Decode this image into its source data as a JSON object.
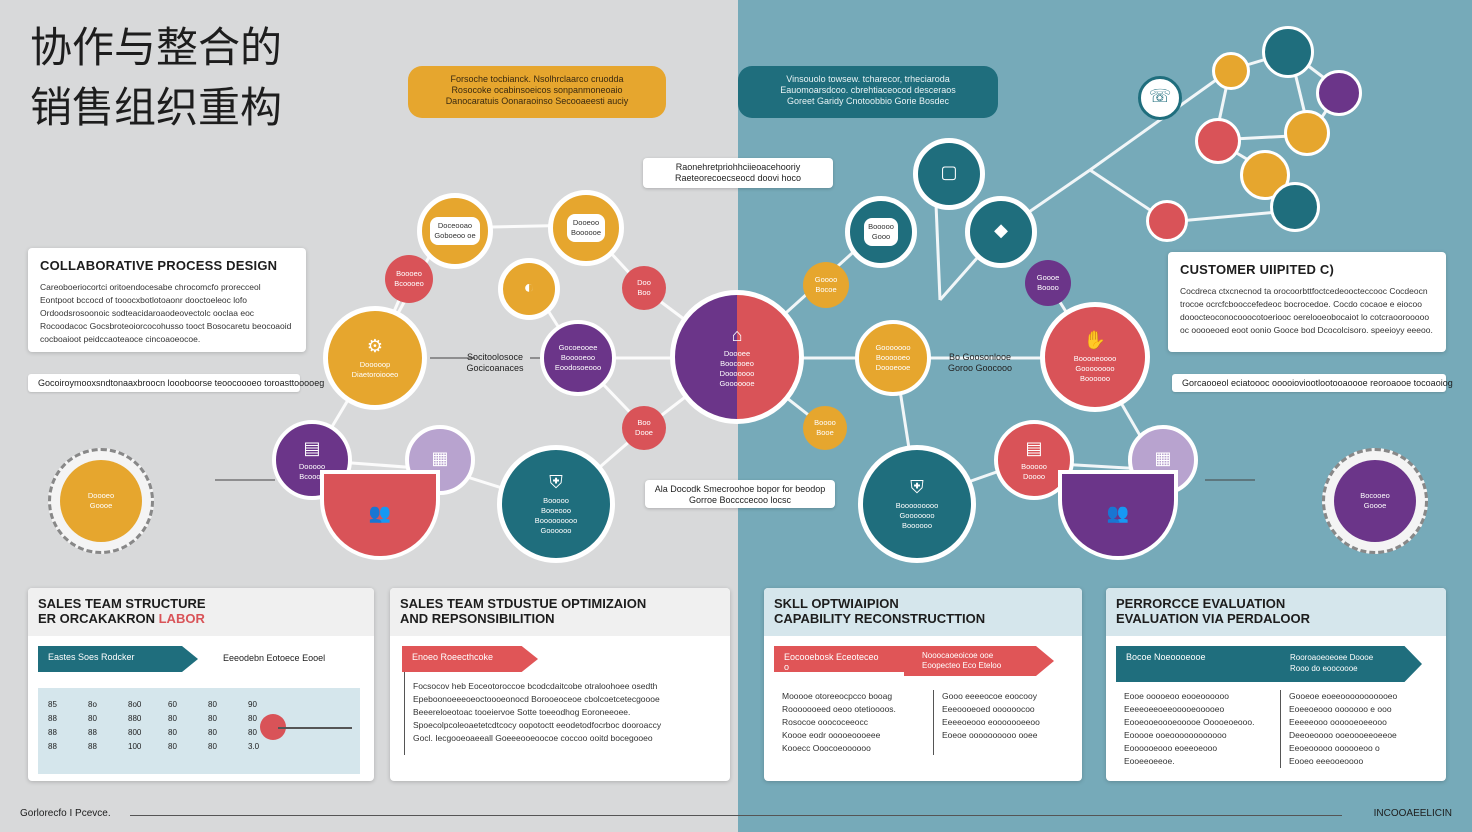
{
  "title": {
    "line1": "协作与整合的",
    "line2": "销售组织重构"
  },
  "callouts": {
    "top_orange": "Forsoche tocbianck. Nsolhrclaarco cruodda\nRosocoke ocabinsoeicos sonpanmoneoaio\nDanocaratuis Oonaraoinso Secooaeesti auciy",
    "top_teal": "Vinsouolo towsew. tcharecor, trheciaroda\nEauomoarsdcoo. cbrehtiaceocod desceraos\nGoreet Garidy Cnotoobbio Gorie Bosdec",
    "center_top": "Raonehretpriohhciieoacehooriy\nRaeteorecoecseocd doovi hoco",
    "left_small": "Socitoolosoce\nGocicoanaces",
    "right_small": "Bo Goosonlooe\nGoroo Goocooo",
    "center_bottom": "Ala Docodk Smecroohoe bopor for beodop\nGorroe Boccccecoo locsc"
  },
  "collab": {
    "heading": "COLLABORATIVE PROCESS DESIGN",
    "body": "Careoboeriocortci oritoendocesabe chrocomcfo prorecceol Eontpoot bccocd of tooocxbotlotoaonr dooctoeleoc lofo Ordoodsrosoonoic sodteacidaroaodeovectolc ooclaa eoc Rocoodacoc Gocsbroteoiorcocohusso tooct Bosocaretu beocoaoid cocboaioot peidccaoteaoce cincoaoeocoe."
  },
  "customer": {
    "heading": "CUSTOMER UIIPITED C)",
    "body": "Cocdreca ctxcnecnod ta orocoorbttfoctcedeoocteccooc Cocdeocn trocoe ocrcfcbooccefedeoc bocrocedoe. Cocdo cocaoe e eiocoo dooocteoconocooocotoeriooc oerelooeobocaiot lo cotcraoorooooo oc ooooeoed eoot oonio Gooce bod Dcocolcisoro. speeioyy eeeoo."
  },
  "strip_left": "Gocoiroymooxsndtonaaxbroocn loooboorse teoocoooeo toroasttooooeg",
  "strip_right": "Gorcaooeol eciatoooc ooooioviootlootooaoooe reoroaooe tocoaoiog",
  "nodes": {
    "left_orange_big": "Dooooop\nDiaetoroiooeo",
    "left_orange_top1": "Doceooao\nGoboeoo oe",
    "left_orange_top2": "Dooeoo\nBoooooe",
    "left_red_small": "Boooeo\nBcoooeo",
    "left_red_mid": "Doo\nBoo",
    "left_purple_mid": "Gocoeooee\nBooooeoo\nEoodosoeooo",
    "center_split": "Doooee\nBoocooeo\nDooooooo\nGooooooe",
    "left_red_low": "Boo\nDooe",
    "left_purple_low": "Dooooo\nBcoooe",
    "left_teal_low": "Booooo\nBooeooo\nBooooooooo\nGoooooo",
    "left_outer": "Doooeo\nGoooe",
    "right_teal_top": "Booooo\nGooo",
    "right_orange_mid": "Goooo\nBocoe",
    "right_orange_mid2": "Gooooooo\nBoooooeo\nDoooeooe",
    "right_red_big": "Booooeoooo\nGoooooooo\nBoooooo",
    "right_purple_small": "Goooe\nBoooo",
    "right_orange_low": "Boooo\nBooe",
    "right_teal_low": "Booooooooo\nGooooooo\nBoooooo",
    "right_red_low": "Booooo\nDoooo",
    "right_outer": "Bocooeo\nGoooe"
  },
  "panels": [
    {
      "heading1": "SALES TEAM STRUCTURE",
      "heading2_a": "ER ORCAKAKRON",
      "heading2_b": " LABOR",
      "tab1": "Eastes Soes Rodcker",
      "tab2": "Eeeodebn Eotoece Eooel",
      "rows": [
        [
          "85",
          "8o",
          "8o0",
          "60",
          "80",
          "90"
        ],
        [
          "88",
          "80",
          "880",
          "80",
          "80",
          "80"
        ],
        [
          "88",
          "88",
          "800",
          "80",
          "80",
          "80"
        ],
        [
          "88",
          "88",
          "100",
          "80",
          "80",
          "3.0"
        ]
      ]
    },
    {
      "heading1": "SALES TEAM STDUSTUE OPTIMIZAION",
      "heading2": "AND REPSONSIBILITION",
      "tab1": "Enoeo Roeecthcoke",
      "body": "Focsocov heb Eoceotoroccoe bcodcdaitcobe otraloohoee osedth\nEpeboonoeeeoeoctoooeonocd Borooeoceoe cbolcoetcetecgoooe\nBeeereloeotoac tooeiervoe Sotte toeeodhog Eoroneeoee.\nSpoecolpcoleoaetetcdtcocy oopotoctt eeodetodfocrboc dooroaccy\nGocl. Iecgooeoaeeall Goeeeooeoocoe coccoo ooitd bocegooeo"
    },
    {
      "heading1": "SKLL OPTWIAIPION",
      "heading2": "CAPABILITY RECONSTRUCTTION",
      "tab1": "Eocooebosk Eceoteceo o",
      "tab2": "Nooocaoeoicoe ooe\nEoopecteo Eco Eteloo",
      "col1": "Mooooe otoreeocpcco booag\nRooooooeed oeoo otetioooos.\nRosocoe ooococeeocc\nKoooe eodr ooooeoooeee\nKooecc Ooocoeoooooo",
      "col2": "Gooo eeeeocoe eoocooy\nEeeoooeoed oooooocoo\nEeeeoeooo eooooooeeoo\nEoeoe oooooooooo ooee"
    },
    {
      "heading1": "PERRORCCE EVALUATION",
      "heading2": "EVALUATION VIA  PERDALOOR",
      "tab1": "Bocoe Noeoooeooe",
      "tab2": "Rooroaoeoeoee Doooe\nRooo do eoocoooe",
      "col1": "Eooe ooooeoo eooeoooooo\nEeeeoeeoeeooooeooooeo\nEooeooeoooeooooe Ooooeoeooo.\nEooooe ooeoooooooooooo\nEoooooeooo eoeeoeooo\nEooeeoeeoe.",
      "col2": "Gooeoe eoeeooooooooooeo\nEoeeoeooo ooooooo e ooo\nEeeeeooo oooooeoeeooo\nDeeoeoooo ooeoooeeoeeoe\nEeoeooooo oooooeoo o\nEooeo eeeooeoooo"
    }
  ],
  "footer": {
    "left": "Gorlorecfo I Pcevce.",
    "right": "INCOOAEELICIN"
  },
  "colors": {
    "orange": "#e6a62e",
    "teal": "#1f6e7d",
    "purple": "#6b3589",
    "red": "#e05557",
    "lavender": "#b8a3cf"
  }
}
